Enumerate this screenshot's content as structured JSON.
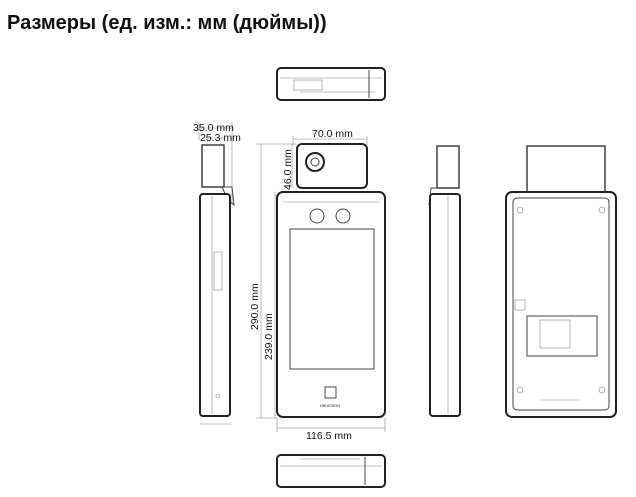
{
  "title": "Размеры (ед. изм.: мм (дюймы))",
  "dimensions": {
    "side_depth_total": "35.0 mm",
    "side_depth_body": "25.3 mm",
    "camera_width": "70.0 mm",
    "camera_height": "46.0 mm",
    "total_height": "290.0 mm",
    "body_height": "239.0 mm",
    "body_width": "116.5 mm"
  },
  "brand": "HIKVISION"
}
